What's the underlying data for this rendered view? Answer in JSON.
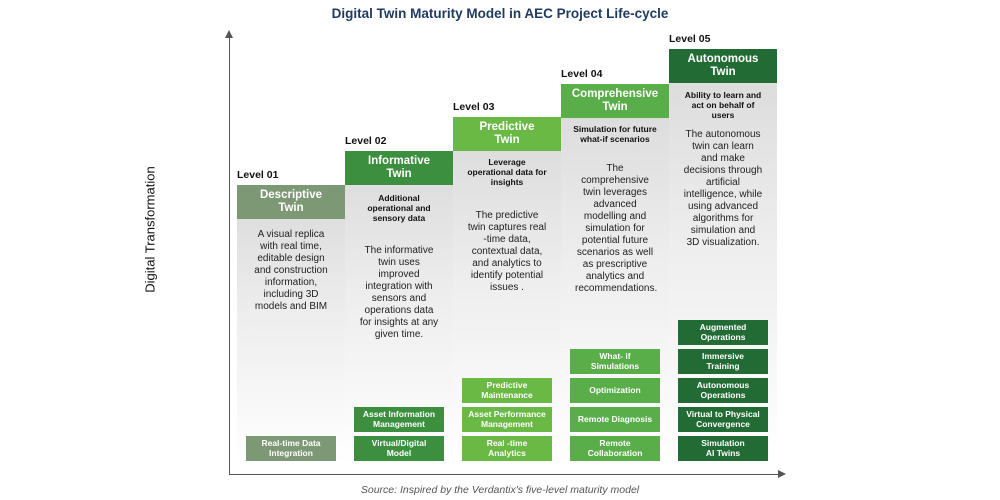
{
  "title": "Digital Twin Maturity Model in AEC Project Life-cycle",
  "y_axis_label": "Digital Transformation",
  "source": "Source: Inspired by the Verdantix's five-level maturity model",
  "colors": {
    "level1": "#7d9874",
    "level2": "#3b8f3e",
    "level3": "#6ab945",
    "level4": "#5aae4a",
    "level5": "#236b34",
    "title": "#1f3a5f"
  },
  "levels": [
    {
      "level": "Level 01",
      "name_line1": "Descriptive",
      "name_line2": "Twin",
      "subtitle": "",
      "description": "A visual replica with real time, editable design and construction information, including 3D models and BIM",
      "features": [
        {
          "line1": "Real-time Data",
          "line2": "Integration"
        }
      ]
    },
    {
      "level": "Level 02",
      "name_line1": "Informative",
      "name_line2": "Twin",
      "subtitle": "Additional operational and sensory data",
      "description": "The informative twin uses improved integration with sensors and operations data for insights at any given time.",
      "features": [
        {
          "line1": "Asset Information",
          "line2": "Management"
        },
        {
          "line1": "Virtual/Digital",
          "line2": "Model"
        }
      ]
    },
    {
      "level": "Level 03",
      "name_line1": "Predictive",
      "name_line2": "Twin",
      "subtitle": "Leverage operational data for insights",
      "description": "The predictive twin captures real -time data, contextual data, and analytics to identify potential issues .",
      "features": [
        {
          "line1": "Predictive",
          "line2": "Maintenance"
        },
        {
          "line1": "Asset Performance",
          "line2": "Management"
        },
        {
          "line1": "Real -time",
          "line2": "Analytics"
        }
      ]
    },
    {
      "level": "Level 04",
      "name_line1": "Comprehensive",
      "name_line2": "Twin",
      "subtitle": "Simulation for future what-if scenarios",
      "description": "The comprehensive twin leverages advanced modelling and simulation for potential future scenarios as well as prescriptive analytics and recommendations.",
      "features": [
        {
          "line1": "What- if",
          "line2": "Simulations"
        },
        {
          "line1": "Optimization",
          "line2": ""
        },
        {
          "line1": "Remote Diagnosis",
          "line2": ""
        },
        {
          "line1": "Remote",
          "line2": "Collaboration"
        }
      ]
    },
    {
      "level": "Level 05",
      "name_line1": "Autonomous",
      "name_line2": "Twin",
      "subtitle": "Ability to learn and act on behalf of users",
      "description": "The autonomous twin can learn and make decisions through artificial intelligence, while using advanced algorithms for simulation and 3D visualization.",
      "features": [
        {
          "line1": "Augmented",
          "line2": "Operations"
        },
        {
          "line1": "Immersive",
          "line2": "Training"
        },
        {
          "line1": "Autonomous",
          "line2": "Operations"
        },
        {
          "line1": "Virtual to Physical",
          "line2": "Convergence"
        },
        {
          "line1": "Simulation",
          "line2": "AI Twins"
        }
      ]
    }
  ]
}
